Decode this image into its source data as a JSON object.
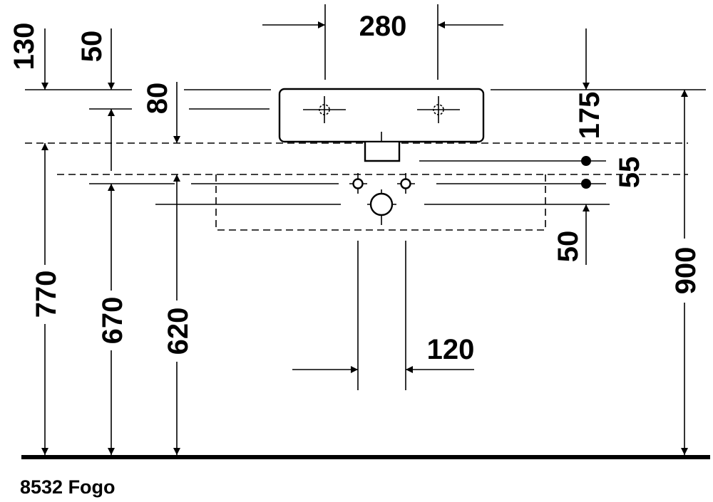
{
  "product": {
    "caption": "8532 Fogo"
  },
  "dimensions": {
    "basin_width": "280",
    "top_offset_130": "130",
    "top_offset_50": "50",
    "drop_80": "80",
    "depth_175": "175",
    "spacing_55": "55",
    "spacing_50": "50",
    "height_770": "770",
    "height_670": "670",
    "height_620": "620",
    "height_900": "900",
    "waste_120": "120"
  },
  "colors": {
    "line": "#000000",
    "background": "#ffffff"
  }
}
